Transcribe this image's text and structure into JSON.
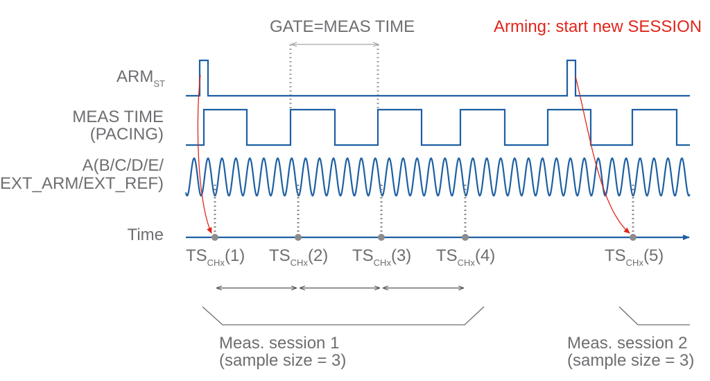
{
  "title_gate": "GATE=MEAS TIME",
  "arming_note": "Arming: start new SESSION",
  "signals": {
    "arm": {
      "main": "ARM",
      "sub": "ST"
    },
    "meas_line1": "MEAS TIME",
    "meas_line2": "(PACING)",
    "input_line1": "A(B/C/D/E/",
    "input_line2": "EXT_ARM/EXT_REF)",
    "time": "Time"
  },
  "timestamps": [
    {
      "main": "TS",
      "sub": "CHx",
      "idx": "(1)"
    },
    {
      "main": "TS",
      "sub": "CHx",
      "idx": "(2)"
    },
    {
      "main": "TS",
      "sub": "CHx",
      "idx": "(3)"
    },
    {
      "main": "TS",
      "sub": "CHx",
      "idx": "(4)"
    },
    {
      "main": "TS",
      "sub": "CHx",
      "idx": "(5)"
    }
  ],
  "sessions": [
    {
      "line1": "Meas. session 1",
      "line2": "(sample size = 3)"
    },
    {
      "line1": "Meas. session 2",
      "line2": "(sample size = 3)"
    }
  ],
  "colors": {
    "signal": "#1d5fa3",
    "text": "#6d6e71",
    "accent_red": "#e1251b",
    "marker": "#8c8c8c"
  }
}
